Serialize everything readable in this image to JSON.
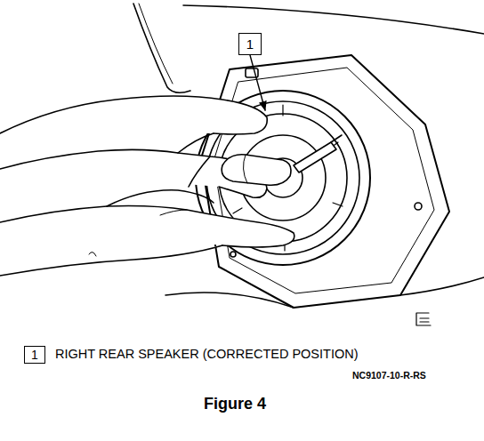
{
  "diagram": {
    "caption": "Figure 4",
    "nodes": [
      {
        "text": [
          "1"
        ]
      },
      {
        "text": [
          "1"
        ]
      }
    ],
    "labels": [
      "RIGHT REAR SPEAKER (CORRECTED POSITION)",
      "NC9107-10-R-RS"
    ]
  }
}
